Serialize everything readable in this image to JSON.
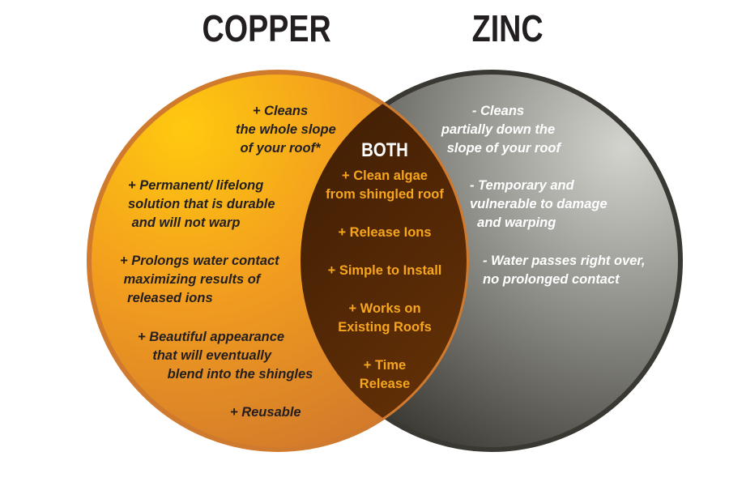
{
  "titles": {
    "left": "COPPER",
    "right": "ZINC",
    "center": "BOTH"
  },
  "colors": {
    "copper": "#f29d1f",
    "copper_border": "#d07a2e",
    "zinc": "#8a8a84",
    "zinc_border": "#3a3833",
    "overlap": "#5a2a06",
    "both_text": "#f6a51d"
  },
  "copper_items": [
    "+ Cleans\n   the whole slope\nof your roof*",
    "+ Permanent/ lifelong\nsolution that is durable\n and will not warp",
    "+ Prolongs water contact\n maximizing results of\n  released ions",
    "+ Beautiful appearance\n    that will eventually\n        blend into the shingles",
    "+ Reusable"
  ],
  "zinc_items": [
    "- Cleans\npartially down the\n   slope of your roof",
    "- Temporary and\nvulnerable to damage\n  and warping",
    "- Water passes right over,\nno prolonged contact"
  ],
  "both_items": [
    "+ Clean algae\nfrom shingled roof",
    "+ Release Ions",
    "+ Simple to Install",
    "+ Works on\nExisting Roofs",
    "+ Time\nRelease"
  ]
}
